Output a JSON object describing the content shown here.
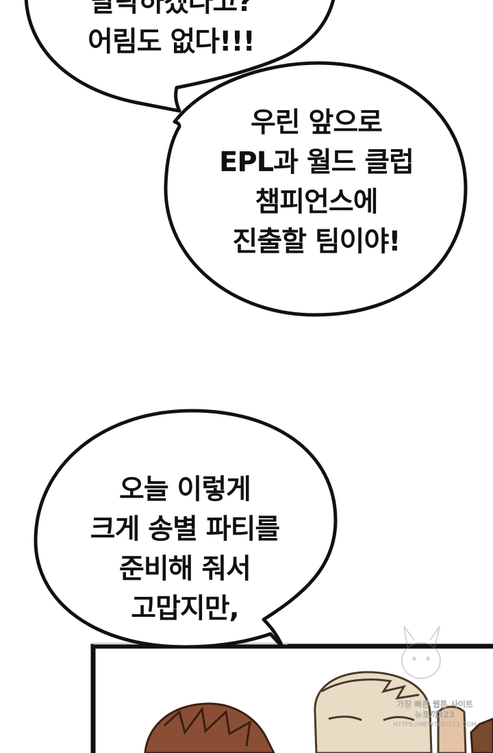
{
  "bubbles": [
    {
      "lines": [
        "탈락하겠다고?",
        "어림도 없다!!!"
      ]
    },
    {
      "lines": [
        "우린 앞으로",
        "EPL과 월드 클럽",
        "챔피언스에",
        "진출할 팀이야!"
      ]
    },
    {
      "lines": [
        "오늘 이렇게",
        "크게 송별 파티를",
        "준비해 줘서",
        "고맙지만,"
      ]
    }
  ],
  "watermark": {
    "line1": "가장 빠른 웹툰 사이트",
    "line2": "뉴토끼323",
    "url": "HTTPS://NEWTOKI323.COM"
  },
  "colors": {
    "ink": "#111111",
    "background": "#ffffff",
    "watermark": "#a9a9a9"
  }
}
